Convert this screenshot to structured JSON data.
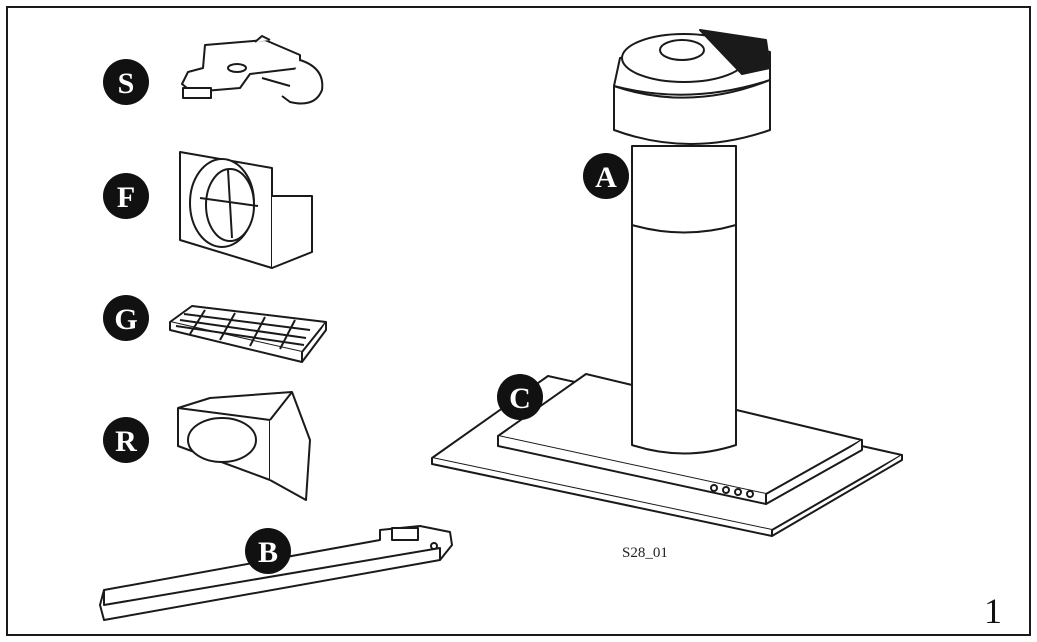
{
  "parts": {
    "S": "S",
    "F": "F",
    "G": "G",
    "R": "R",
    "B": "B",
    "A": "A",
    "C": "C"
  },
  "drawing_code": "S28_01",
  "figure_number": "1"
}
